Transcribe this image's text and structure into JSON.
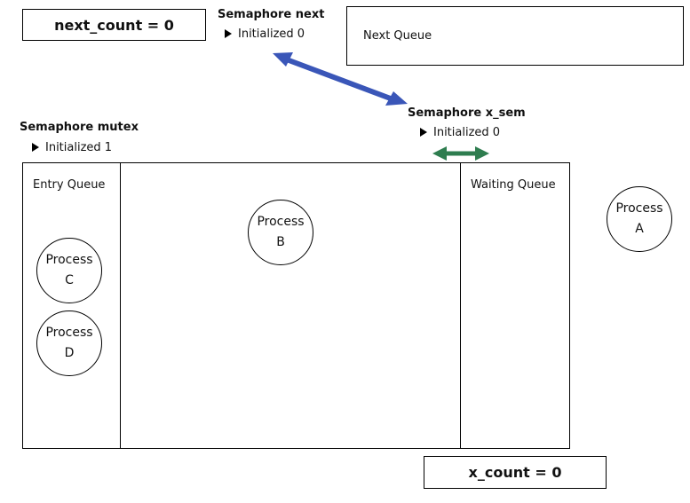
{
  "next_count": "next_count  =  0",
  "x_count": "x_count  =  0",
  "semaphores": {
    "next": {
      "title": "Semaphore next",
      "init": "Initialized 0"
    },
    "x_sem": {
      "title": "Semaphore x_sem",
      "init": "Initialized 0"
    },
    "mutex": {
      "title": "Semaphore mutex",
      "init": "Initialized 1"
    }
  },
  "queues": {
    "next": "Next Queue",
    "entry": "Entry Queue",
    "waiting": "Waiting Queue"
  },
  "processes": {
    "a": {
      "name": "Process",
      "id": "A"
    },
    "b": {
      "name": "Process",
      "id": "B"
    },
    "c": {
      "name": "Process",
      "id": "C"
    },
    "d": {
      "name": "Process",
      "id": "D"
    }
  },
  "colors": {
    "blue_arrow": "#3a56b8",
    "green_arrow": "#2e7d4f"
  }
}
